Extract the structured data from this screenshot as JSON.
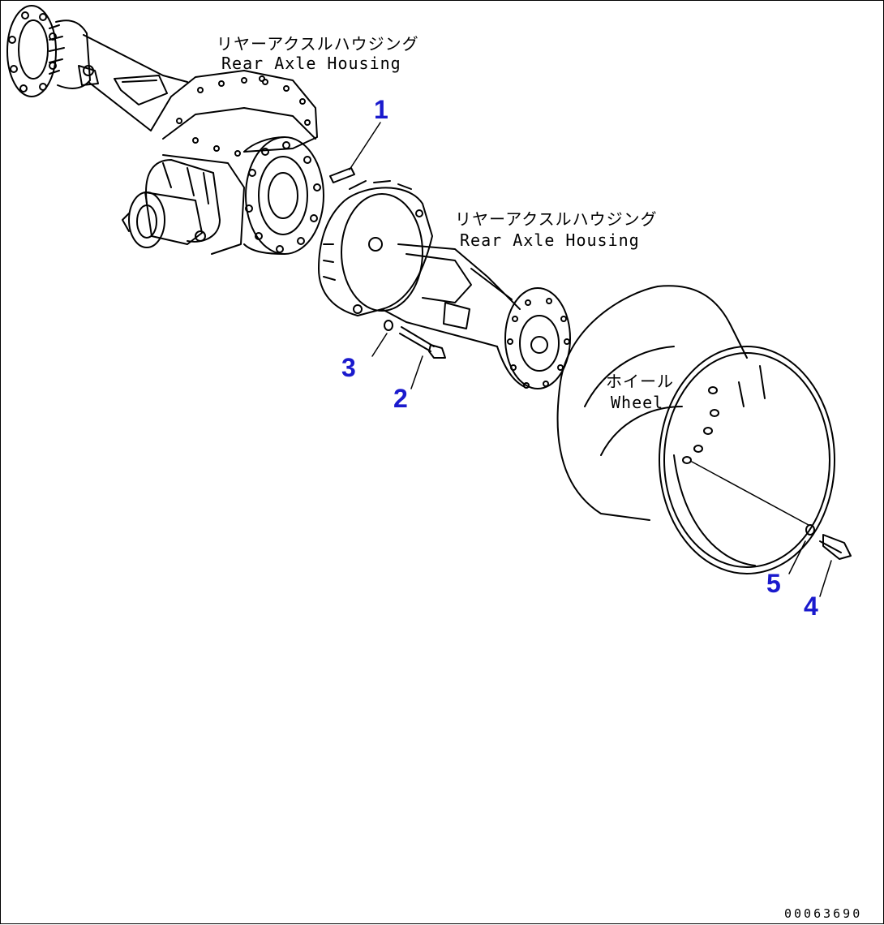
{
  "labels": {
    "housing_top_jp": "リヤーアクスルハウジング",
    "housing_top_en": "Rear Axle Housing",
    "housing_mid_jp": "リヤーアクスルハウジング",
    "housing_mid_en": "Rear Axle Housing",
    "wheel_jp": "ホイール",
    "wheel_en": "Wheel"
  },
  "callouts": [
    "1",
    "2",
    "3",
    "4",
    "5"
  ],
  "drawing_code": "00063690",
  "colors": {
    "line": "#000000",
    "callout": "#1a1acd",
    "background": "#ffffff"
  }
}
